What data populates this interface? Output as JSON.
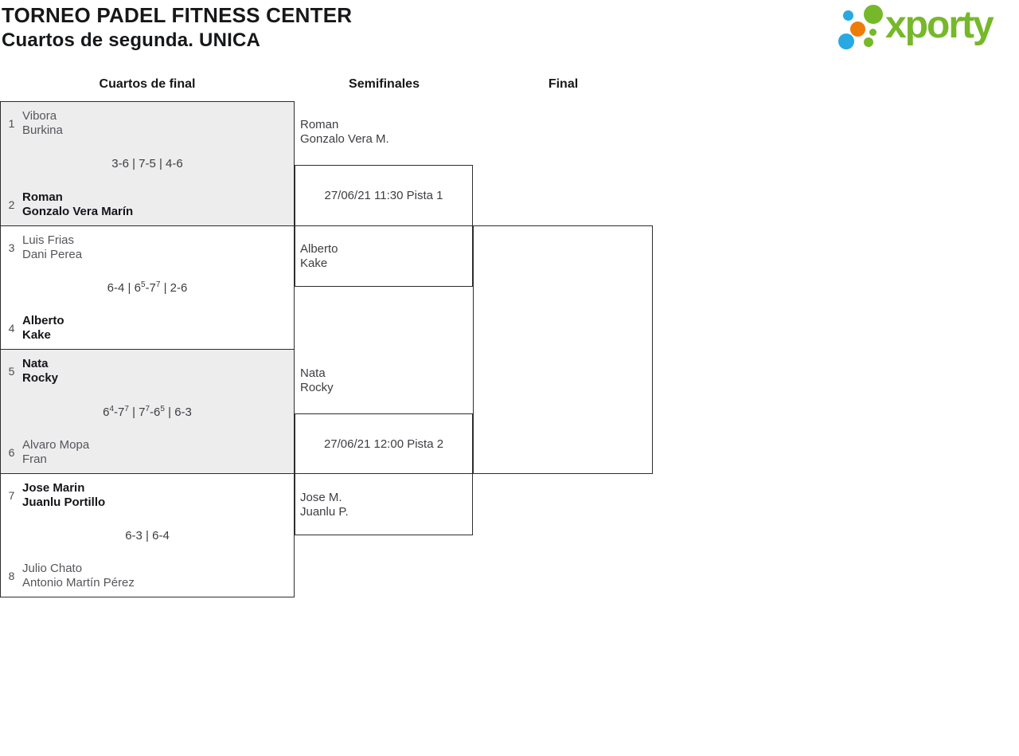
{
  "header": {
    "title": "TORNEO PADEL FITNESS CENTER",
    "subtitle": "Cuartos de segunda. UNICA"
  },
  "logo": {
    "text": "xporty",
    "colors": {
      "green": "#76b82a",
      "blue": "#29a9e1",
      "orange": "#ee7c09"
    }
  },
  "columns": [
    {
      "label": "Cuartos de final"
    },
    {
      "label": "Semifinales"
    },
    {
      "label": "Final"
    }
  ],
  "quarterfinals": [
    {
      "score": "3-6 | 7-5 | 4-6",
      "teams": [
        {
          "seed": "1",
          "players": [
            "Vibora",
            "Burkina"
          ],
          "winner": false
        },
        {
          "seed": "2",
          "players": [
            "Roman",
            "Gonzalo Vera Marín"
          ],
          "winner": true
        }
      ]
    },
    {
      "score": "6-4 | 6^5-7^7 | 2-6",
      "teams": [
        {
          "seed": "3",
          "players": [
            "Luis Frias",
            "Dani Perea"
          ],
          "winner": false
        },
        {
          "seed": "4",
          "players": [
            "Alberto",
            "Kake"
          ],
          "winner": true
        }
      ]
    },
    {
      "score": "6^4-7^7 | 7^7-6^5 | 6-3",
      "teams": [
        {
          "seed": "5",
          "players": [
            "Nata",
            "Rocky"
          ],
          "winner": true
        },
        {
          "seed": "6",
          "players": [
            "Alvaro Mopa",
            "Fran"
          ],
          "winner": false
        }
      ]
    },
    {
      "score": "6-3 | 6-4",
      "teams": [
        {
          "seed": "7",
          "players": [
            "Jose Marin",
            "Juanlu Portillo"
          ],
          "winner": true
        },
        {
          "seed": "8",
          "players": [
            "Julio Chato",
            "Antonio Martín Pérez"
          ],
          "winner": false
        }
      ]
    }
  ],
  "semifinals": [
    {
      "top_team": [
        "Roman",
        "Gonzalo Vera M."
      ],
      "info": "27/06/21 11:30 Pista 1",
      "bottom_team": [
        "Alberto",
        "Kake"
      ]
    },
    {
      "top_team": [
        "Nata",
        "Rocky"
      ],
      "info": "27/06/21 12:00 Pista 2",
      "bottom_team": [
        "Jose M.",
        "Juanlu P."
      ]
    }
  ]
}
